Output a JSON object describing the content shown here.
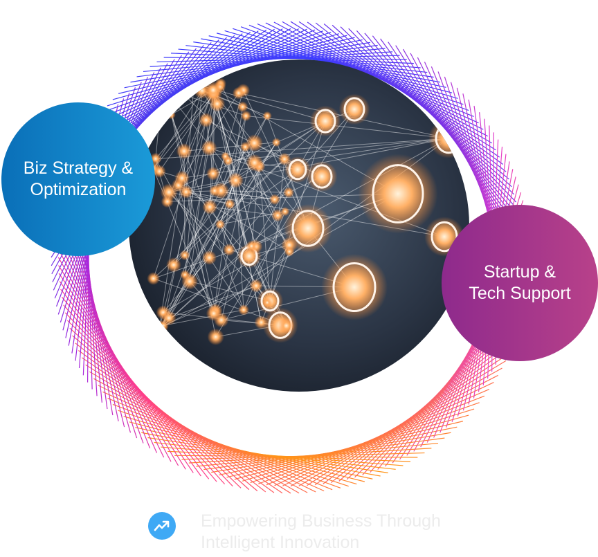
{
  "bubbles": {
    "left": {
      "line1": "Biz Strategy &",
      "line2": "Optimization"
    },
    "right": {
      "line1": "Startup &",
      "line2": "Tech Support"
    }
  },
  "tagline": {
    "icon": "trending-up-icon",
    "line1": "Empowering Business Through",
    "line2": "Intelligent Innovation"
  },
  "colors": {
    "blue": "#1b9ad8",
    "purple": "#8e2a8c",
    "icon_bg": "#3fa9f5",
    "tagline_text": "#ececec"
  }
}
